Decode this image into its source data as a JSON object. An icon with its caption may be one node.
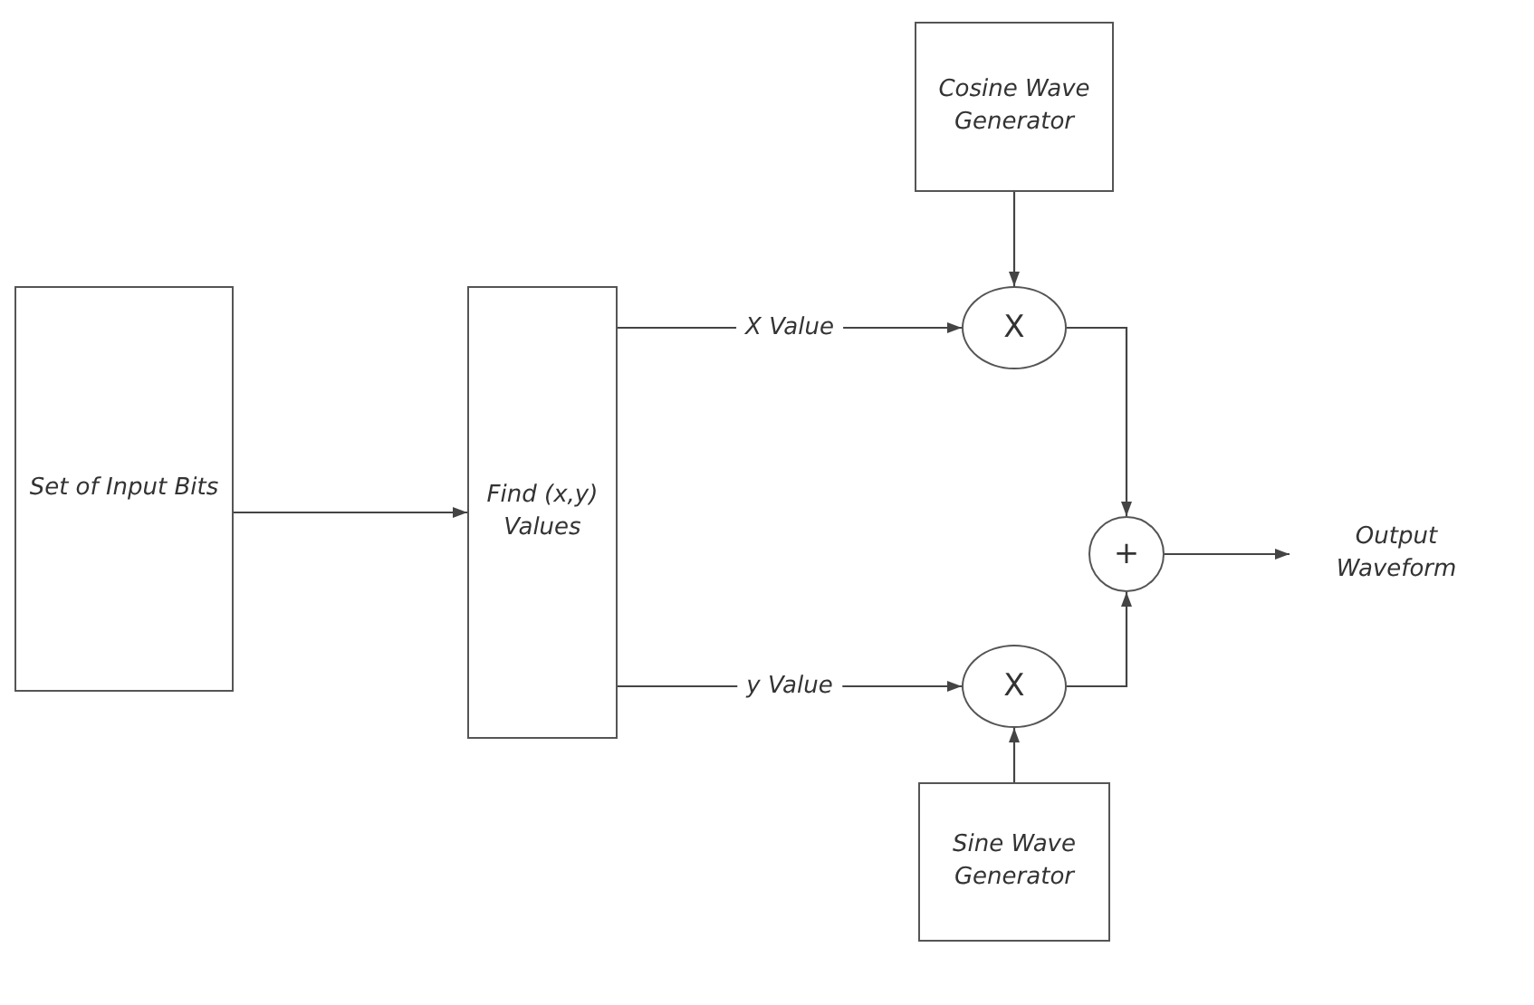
{
  "diagram": {
    "nodes": [
      {
        "text": [
          "Set of Input Bits"
        ]
      },
      {
        "text": [
          "Find (x,y) Values"
        ]
      },
      {
        "text": [
          "Cosine Wave Generator"
        ]
      },
      {
        "text": [
          "X"
        ]
      },
      {
        "text": [
          "X"
        ]
      },
      {
        "text": [
          "+"
        ]
      },
      {
        "text": [
          "Sine Wave Generator"
        ]
      },
      {
        "text": [
          "Output Waveform"
        ]
      }
    ],
    "edges": [
      {
        "from": 0,
        "to": 1,
        "arrow": "to"
      },
      {
        "from": 1,
        "to": 3,
        "arrow": "to",
        "label": "X Value"
      },
      {
        "from": 1,
        "to": 4,
        "arrow": "to",
        "label": "y Value"
      },
      {
        "from": 2,
        "to": 3,
        "arrow": "to"
      },
      {
        "from": 6,
        "to": 4,
        "arrow": "to"
      },
      {
        "from": 3,
        "to": 5,
        "arrow": "to"
      },
      {
        "from": 4,
        "to": 5,
        "arrow": "to"
      },
      {
        "from": 5,
        "to": 7,
        "arrow": "to"
      }
    ]
  }
}
